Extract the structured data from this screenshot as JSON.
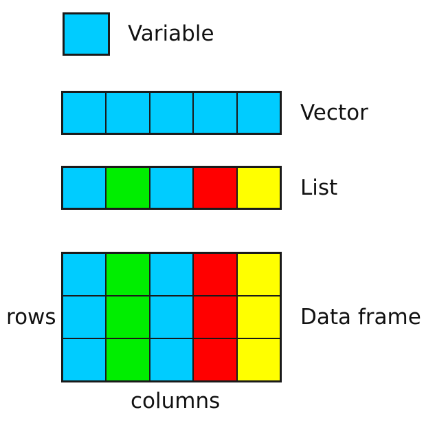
{
  "diagram": {
    "title_labels": {
      "variable": "Variable",
      "vector": "Vector",
      "list": "List",
      "data_frame": "Data frame"
    },
    "axis_labels": {
      "rows": "rows",
      "columns": "columns"
    },
    "palette": {
      "cyan": "#00CCFF",
      "green": "#00EE00",
      "red": "#FF0000",
      "yellow": "#FFFF00",
      "stroke": "#1a1a1a",
      "background": "#ffffff",
      "text": "#111111"
    },
    "structures": [
      {
        "name": "variable",
        "label": "Variable",
        "rows": 1,
        "columns": 1,
        "cells": [
          [
            "#00CCFF"
          ]
        ]
      },
      {
        "name": "vector",
        "label": "Vector",
        "rows": 1,
        "columns": 5,
        "cells": [
          [
            "#00CCFF",
            "#00CCFF",
            "#00CCFF",
            "#00CCFF",
            "#00CCFF"
          ]
        ]
      },
      {
        "name": "list",
        "label": "List",
        "rows": 1,
        "columns": 5,
        "cells": [
          [
            "#00CCFF",
            "#00EE00",
            "#00CCFF",
            "#FF0000",
            "#FFFF00"
          ]
        ]
      },
      {
        "name": "data-frame",
        "label": "Data frame",
        "rows": 3,
        "columns": 5,
        "cells": [
          [
            "#00CCFF",
            "#00EE00",
            "#00CCFF",
            "#FF0000",
            "#FFFF00"
          ],
          [
            "#00CCFF",
            "#00EE00",
            "#00CCFF",
            "#FF0000",
            "#FFFF00"
          ],
          [
            "#00CCFF",
            "#00EE00",
            "#00CCFF",
            "#FF0000",
            "#FFFF00"
          ]
        ]
      }
    ]
  }
}
